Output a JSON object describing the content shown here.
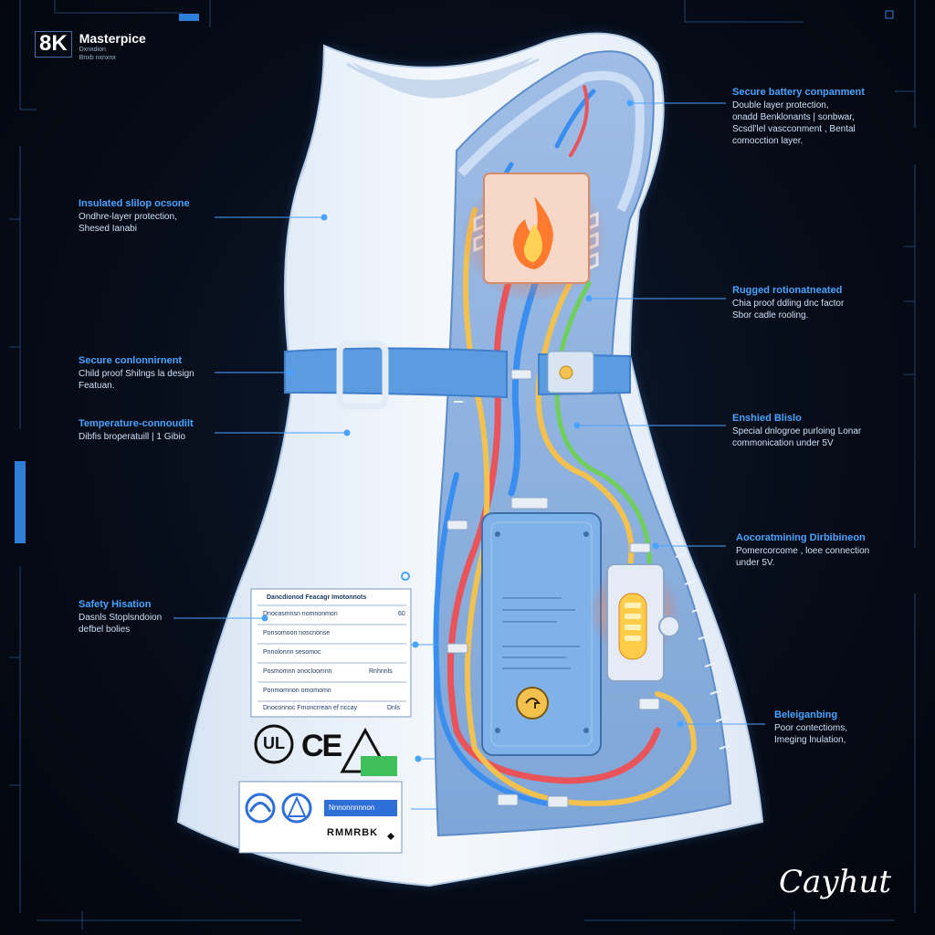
{
  "brand": {
    "badge": "8K",
    "name": "Masterpice",
    "sub1": "Dxnxdion",
    "sub2": "Bnxb nxnxnx"
  },
  "annotations": [
    {
      "id": "battery",
      "title": "Secure battery conpanment",
      "desc": [
        "Double layer protection,",
        "onadd Benklonants | sonbwar,",
        "Scsdl'lel vascconment , Bental",
        "comocction layer."
      ]
    },
    {
      "id": "rugged",
      "title": "Rugged rotionatneated",
      "desc": [
        "Chia proof ddling dnc factor",
        "Sbor cadle rooling."
      ]
    },
    {
      "id": "enshied",
      "title": "Enshied Blislo",
      "desc": [
        "Special dnlogroe purloing Lonar",
        "commonication under 5V"
      ]
    },
    {
      "id": "accounting",
      "title": "Aocoratmining Dirbibineon",
      "desc": [
        "Pomercorcome , loee connection",
        "under 5V."
      ]
    },
    {
      "id": "selection",
      "title": "Beleiganbing",
      "desc": [
        "Poor contectioms,",
        "Imeging lnulation,"
      ]
    },
    {
      "id": "insulated",
      "title": "Insulated slilop ocsone",
      "desc": [
        "Ondhre-layer protection,",
        "Shesed Ianabi"
      ]
    },
    {
      "id": "secure",
      "title": "Secure conlonnirnent",
      "desc": [
        "Child proof Shilngs la design",
        "Featuan."
      ]
    },
    {
      "id": "temperature",
      "title": "Temperature-connoudilt",
      "desc": [
        "Dibfis broperatuill | 1 Gibio"
      ]
    },
    {
      "id": "safety",
      "title": "Safety Hisation",
      "desc": [
        "Dasnls Stoplsndoion",
        "defbel bolies"
      ]
    }
  ],
  "label_sheet": {
    "title": "Dancdionod Feacagr Imotonnots",
    "rows": [
      {
        "left": "Dnocasmnsn nomnonmon",
        "right": "60"
      },
      {
        "left": "Ponsomoon noscnonse",
        "right": ""
      },
      {
        "left": "Pnnolonnn sesomoc",
        "right": ""
      },
      {
        "left": "Posmomnn onocloomnn",
        "right": "Rnhnnls"
      },
      {
        "left": "Ponmomnon omomomn",
        "right": ""
      },
      {
        "left": "Dnoconnoc Fmoncrrean ef nccay",
        "right": "Dnls"
      }
    ]
  },
  "marks": {
    "ul": "UL",
    "ce": "CE"
  },
  "panel": {
    "field": "Nnnonnnnnon",
    "code": "RMMRBK"
  },
  "signature": "Cayhut",
  "colors": {
    "accent": "#4aa3ff",
    "dress": "#eef4fb",
    "belt": "#5b9be0",
    "battery": "#7fb2e8",
    "wire_red": "#e8545a",
    "wire_blue": "#3a8ef0",
    "wire_yellow": "#f2c14e",
    "wire_green": "#6fcf5a"
  }
}
